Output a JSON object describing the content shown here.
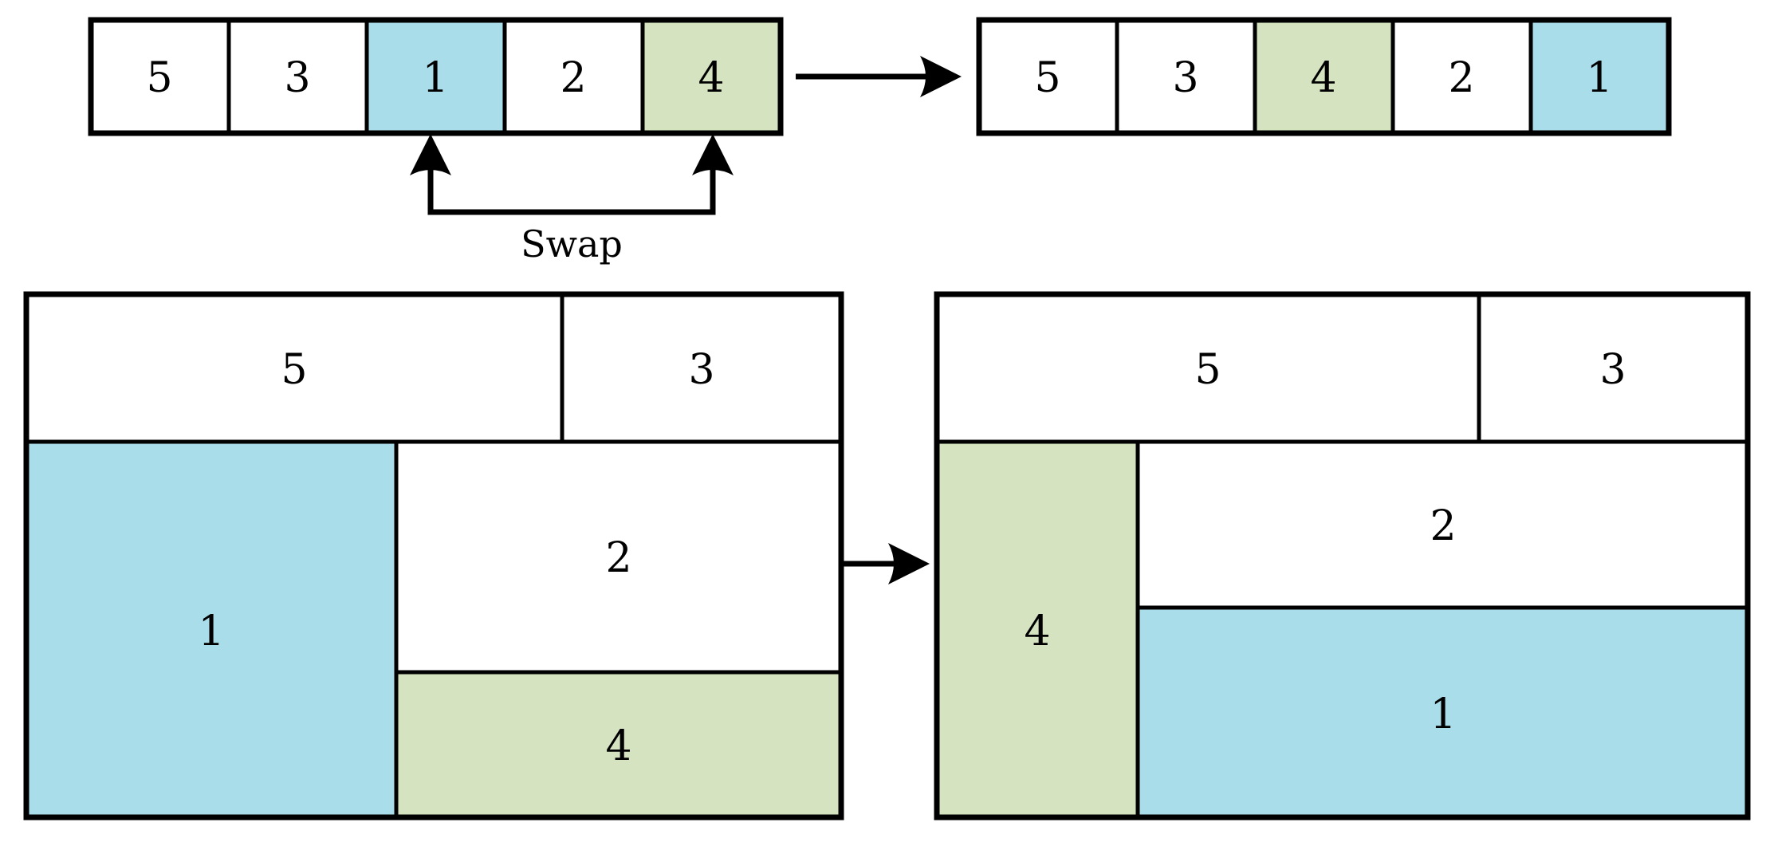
{
  "colors": {
    "highlight_blue": "#a8dde9",
    "highlight_green": "#d5e3c0",
    "line_black": "#000000",
    "cell_white": "#ffffff"
  },
  "labels": {
    "swap": "Swap"
  },
  "icons": {
    "transition_arrow": "right-arrow",
    "swap_pointer": "up-arrow"
  },
  "array_before": {
    "cells": [
      {
        "value": "5",
        "highlight": "none"
      },
      {
        "value": "3",
        "highlight": "none"
      },
      {
        "value": "1",
        "highlight": "blue"
      },
      {
        "value": "2",
        "highlight": "none"
      },
      {
        "value": "4",
        "highlight": "green"
      }
    ]
  },
  "array_after": {
    "cells": [
      {
        "value": "5",
        "highlight": "none"
      },
      {
        "value": "3",
        "highlight": "none"
      },
      {
        "value": "4",
        "highlight": "green"
      },
      {
        "value": "2",
        "highlight": "none"
      },
      {
        "value": "1",
        "highlight": "blue"
      }
    ]
  },
  "treemap_before": {
    "blocks": [
      {
        "value": "5",
        "highlight": "none"
      },
      {
        "value": "3",
        "highlight": "none"
      },
      {
        "value": "1",
        "highlight": "blue"
      },
      {
        "value": "2",
        "highlight": "none"
      },
      {
        "value": "4",
        "highlight": "green"
      }
    ]
  },
  "treemap_after": {
    "blocks": [
      {
        "value": "5",
        "highlight": "none"
      },
      {
        "value": "3",
        "highlight": "none"
      },
      {
        "value": "4",
        "highlight": "green"
      },
      {
        "value": "2",
        "highlight": "none"
      },
      {
        "value": "1",
        "highlight": "blue"
      }
    ]
  }
}
